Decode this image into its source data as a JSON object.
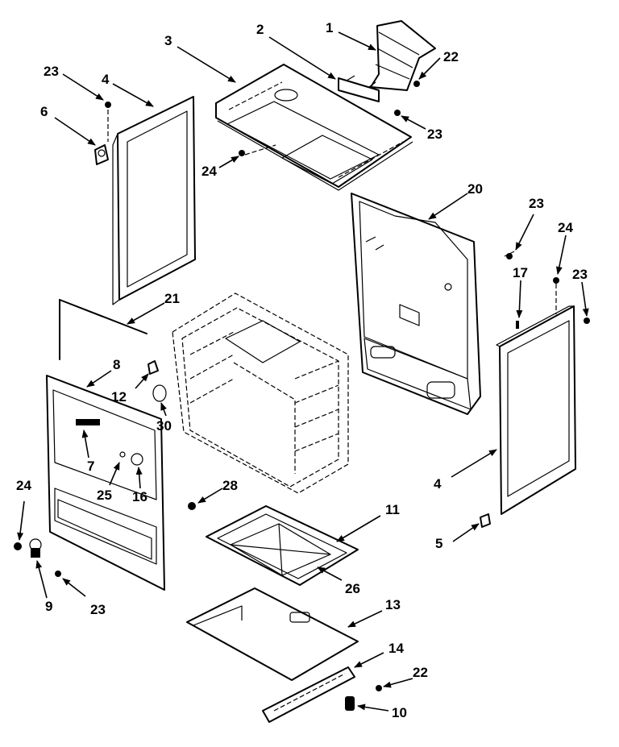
{
  "diagram": {
    "callouts": {
      "c1": "1",
      "c2": "2",
      "c3": "3",
      "c4a": "4",
      "c4b": "4",
      "c5": "5",
      "c6": "6",
      "c7": "7",
      "c8": "8",
      "c9": "9",
      "c10": "10",
      "c11": "11",
      "c12": "12",
      "c13": "13",
      "c14": "14",
      "c16": "16",
      "c17": "17",
      "c20": "20",
      "c21": "21",
      "c22a": "22",
      "c22b": "22",
      "c23a": "23",
      "c23b": "23",
      "c23c": "23",
      "c23d": "23",
      "c23e": "23",
      "c24a": "24",
      "c24b": "24",
      "c24c": "24",
      "c25": "25",
      "c26": "26",
      "c28": "28",
      "c30": "30"
    }
  }
}
